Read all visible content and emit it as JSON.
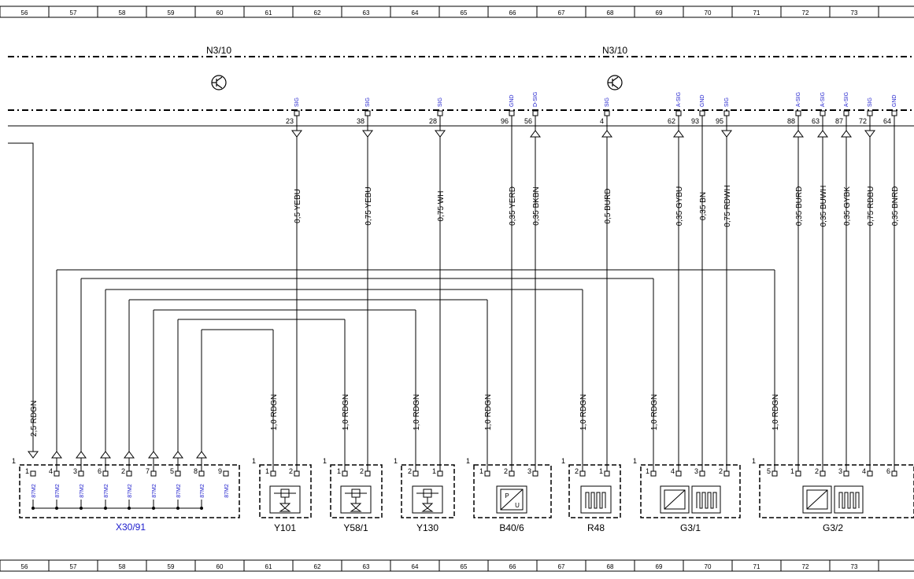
{
  "grid_columns": [
    "56",
    "57",
    "58",
    "59",
    "60",
    "61",
    "62",
    "63",
    "64",
    "65",
    "66",
    "67",
    "68",
    "69",
    "70",
    "71",
    "72",
    "73"
  ],
  "control_unit": {
    "label_left": "N3/10",
    "label_right": "N3/10"
  },
  "ecu_pins": [
    {
      "type": "SIG",
      "pin": "23",
      "wire": "0,5 YEBU",
      "dir": "down"
    },
    {
      "type": "SIG",
      "pin": "38",
      "wire": "0,75 YEBU",
      "dir": "down"
    },
    {
      "type": "SIG",
      "pin": "28",
      "wire": "0,75 WH",
      "dir": "down"
    },
    {
      "type": "GND",
      "pin": "96",
      "wire": "0,35 YERD",
      "dir": "none"
    },
    {
      "type": "D-SIG",
      "pin": "56",
      "wire": "0,35 BKBN",
      "dir": "up"
    },
    {
      "type": "SIG",
      "pin": "4",
      "wire": "0,5 BURD",
      "dir": "up"
    },
    {
      "type": "A-SIG",
      "pin": "62",
      "wire": "0,35 GYBU",
      "dir": "up"
    },
    {
      "type": "GND",
      "pin": "93",
      "wire": "0,35 BN",
      "dir": "none"
    },
    {
      "type": "SIG",
      "pin": "95",
      "wire": "0,75 RDWH",
      "dir": "down"
    },
    {
      "type": "A-SIG",
      "pin": "88",
      "wire": "0,35 BURD",
      "dir": "up"
    },
    {
      "type": "A-SIG",
      "pin": "63",
      "wire": "0,35 BUWH",
      "dir": "up"
    },
    {
      "type": "A-SIG",
      "pin": "87",
      "wire": "0,35 GYBK",
      "dir": "up"
    },
    {
      "type": "SIG",
      "pin": "72",
      "wire": "0,75 RDBU",
      "dir": "down"
    },
    {
      "type": "GND",
      "pin": "64",
      "wire": "0,35 BNRD",
      "dir": "none"
    }
  ],
  "supply_wire": "2,5 RDGN",
  "rdgn_wire": "1,0 RDGN",
  "connector": {
    "name": "X30/91",
    "one": "1",
    "pins": [
      "1",
      "4",
      "3",
      "6",
      "2",
      "7",
      "5",
      "8",
      "9"
    ],
    "code": "87M2"
  },
  "components": [
    {
      "name": "Y101",
      "one": "1",
      "pins": [
        "1",
        "2"
      ]
    },
    {
      "name": "Y58/1",
      "one": "1",
      "pins": [
        "1",
        "2"
      ]
    },
    {
      "name": "Y130",
      "one": "1",
      "pins": [
        "2",
        "1"
      ]
    },
    {
      "name": "B40/6",
      "one": "1",
      "pins": [
        "1",
        "2",
        "3"
      ],
      "symbol_p": "P",
      "symbol_u": "U"
    },
    {
      "name": "R48",
      "one": "1",
      "pins": [
        "2",
        "1"
      ]
    },
    {
      "name": "G3/1",
      "one": "1",
      "pins": [
        "1",
        "4",
        "3",
        "2"
      ]
    },
    {
      "name": "G3/2",
      "one": "1",
      "pins": [
        "5",
        "1",
        "2",
        "3",
        "4",
        "6"
      ]
    }
  ],
  "colors": {
    "line": "#000000",
    "signal_text": "#1a1acc",
    "background": "#ffffff"
  }
}
